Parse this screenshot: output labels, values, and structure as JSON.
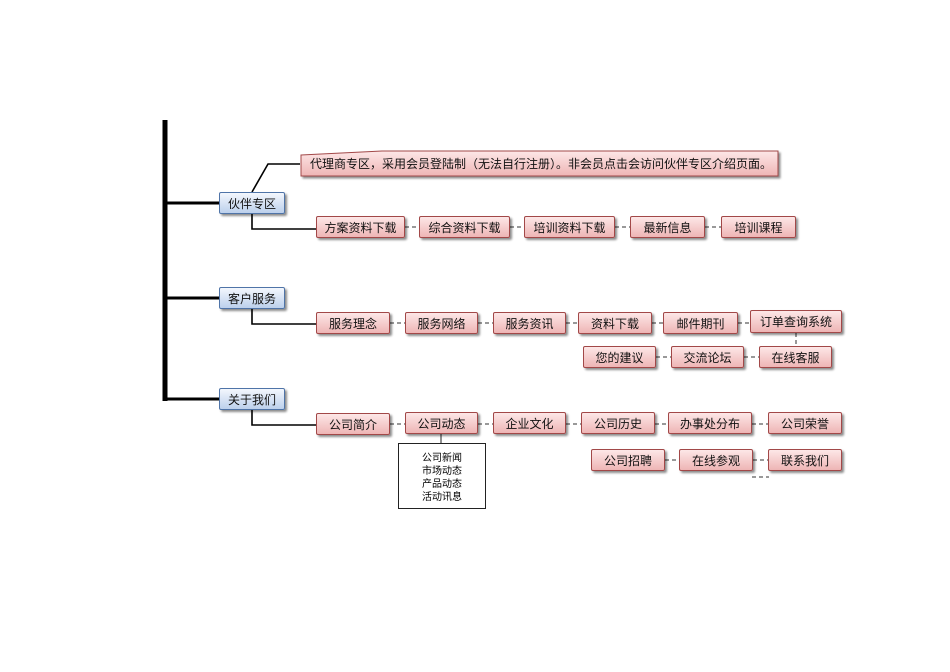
{
  "sections": [
    {
      "id": "partner",
      "title": "伙伴专区",
      "note": "代理商专区，采用会员登陆制（无法自行注册）。非会员点击会访问伙伴专区介绍页面。",
      "items": [
        "方案资料下载",
        "综合资料下载",
        "培训资料下载",
        "最新信息",
        "培训课程"
      ]
    },
    {
      "id": "service",
      "title": "客户服务",
      "items": [
        "服务理念",
        "服务网络",
        "服务资讯",
        "资料下载",
        "邮件期刊",
        "订单查询系统"
      ],
      "items_row2": [
        "您的建议",
        "交流论坛",
        "在线客服"
      ]
    },
    {
      "id": "about",
      "title": "关于我们",
      "items": [
        "公司简介",
        "公司动态",
        "企业文化",
        "公司历史",
        "办事处分布",
        "公司荣誉"
      ],
      "items_row2": [
        "公司招聘",
        "在线参观",
        "联系我们"
      ],
      "sub_list": [
        "公司新闻",
        "市场动态",
        "产品动态",
        "活动讯息"
      ]
    }
  ],
  "colors": {
    "node_fill_top": "#fde7e7",
    "node_fill_bottom": "#eeb5b5",
    "node_border": "#a24848",
    "section_fill_top": "#f3f7fd",
    "section_fill_bottom": "#bcd0ec",
    "section_border": "#4f74a8",
    "line": "#111111"
  }
}
